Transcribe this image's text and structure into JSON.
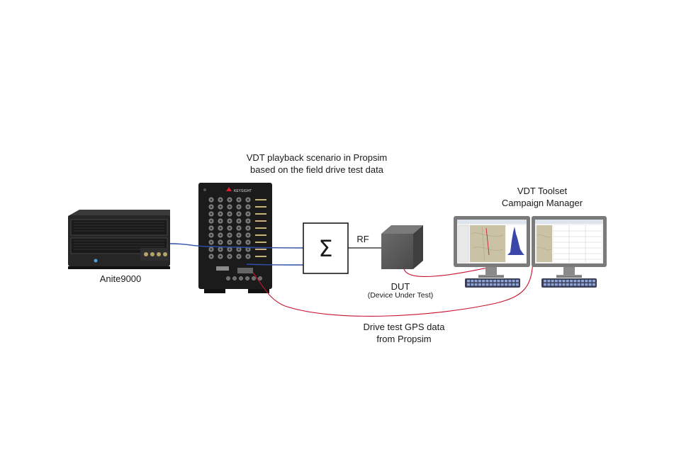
{
  "labels": {
    "propsim_caption_line1": "VDT playback scenario in Propsim",
    "propsim_caption_line2": "based on the field drive test data",
    "toolset_line1": "VDT Toolset",
    "toolset_line2": "Campaign Manager",
    "anite": "Anite9000",
    "rf": "RF",
    "dut": "DUT",
    "dut_sub": "(Device Under Test)",
    "gps_line1": "Drive test GPS data",
    "gps_line2": "from Propsim",
    "sigma": "Σ",
    "brand": "KEYSIGHT"
  },
  "colors": {
    "rf_cable": "#2d4fa8",
    "gps_cable": "#c8102e",
    "line": "#1a1a1a",
    "propsim_body": "#1b1b1b",
    "anite_body": "#2a2a2a",
    "dut_box": "#555555",
    "monitor_frame": "#7a7a7a"
  }
}
